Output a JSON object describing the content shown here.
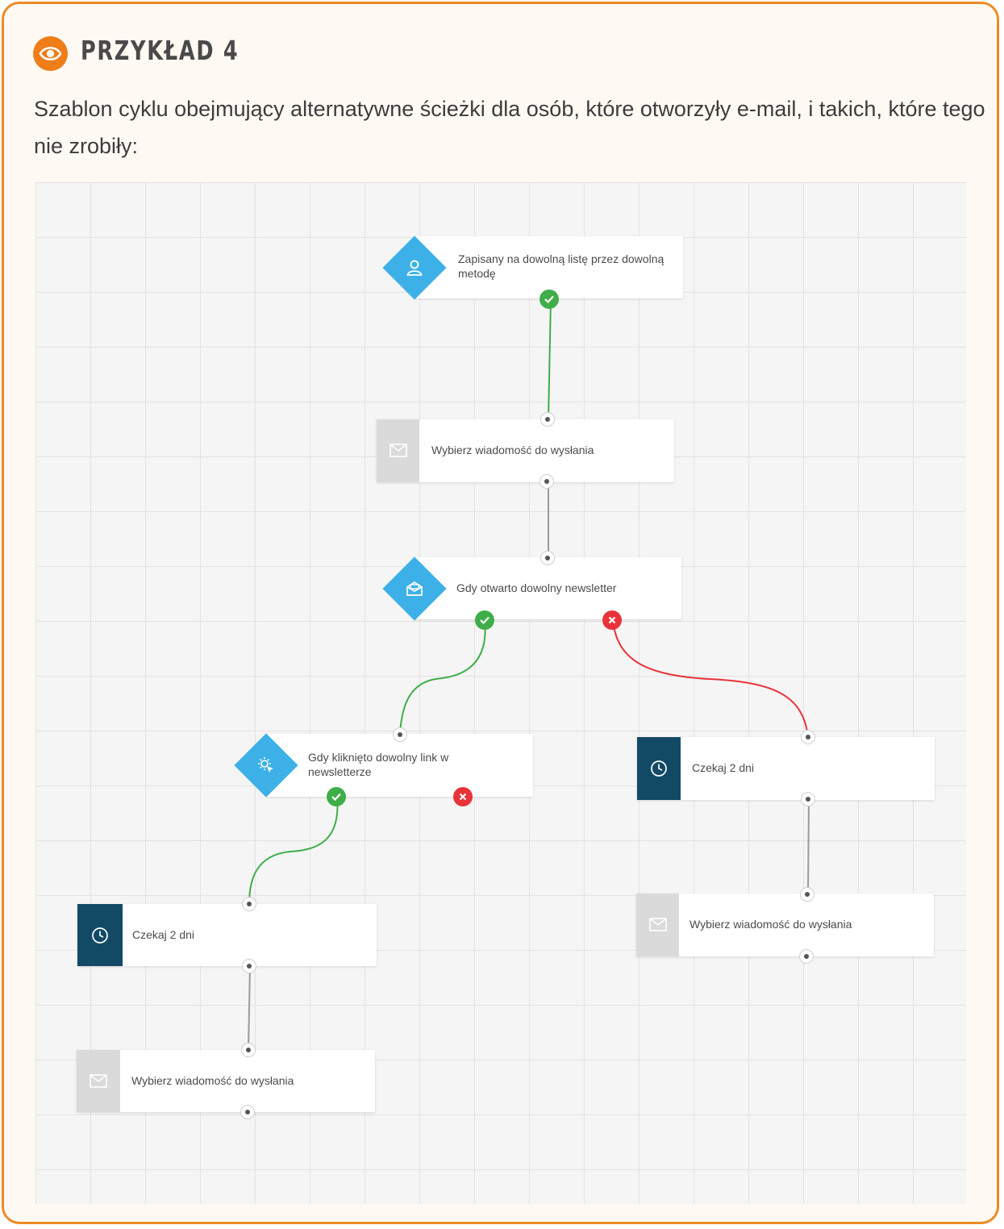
{
  "header": {
    "title": "PRZYKŁAD 4",
    "icon": "eye-icon",
    "description": "Szablon cyklu obejmujący alternatywne ścieżki dla osób, które otworzyły e-mail, i takich, które tego nie zrobiły:"
  },
  "colors": {
    "accent": "#ef7d18",
    "trigger": "#3db1e7",
    "wait": "#124a66",
    "yes": "#3fae49",
    "no": "#e8333a"
  },
  "nodes": {
    "subscribed": {
      "label": "Zapisany na dowolną listę przez dowolną metodę",
      "icon": "user-icon"
    },
    "message_1": {
      "label": "Wybierz wiadomość do wysłania",
      "icon": "envelope-icon"
    },
    "opened": {
      "label": "Gdy otwarto dowolny newsletter",
      "icon": "open-envelope-icon"
    },
    "clicked": {
      "label": "Gdy kliknięto dowolny link w newsletterze",
      "icon": "click-icon"
    },
    "wait_right": {
      "label": "Czekaj 2 dni",
      "icon": "clock-icon"
    },
    "message_right": {
      "label": "Wybierz wiadomość do wysłania",
      "icon": "envelope-icon"
    },
    "wait_left": {
      "label": "Czekaj 2 dni",
      "icon": "clock-icon"
    },
    "message_left": {
      "label": "Wybierz wiadomość do wysłania",
      "icon": "envelope-icon"
    }
  }
}
